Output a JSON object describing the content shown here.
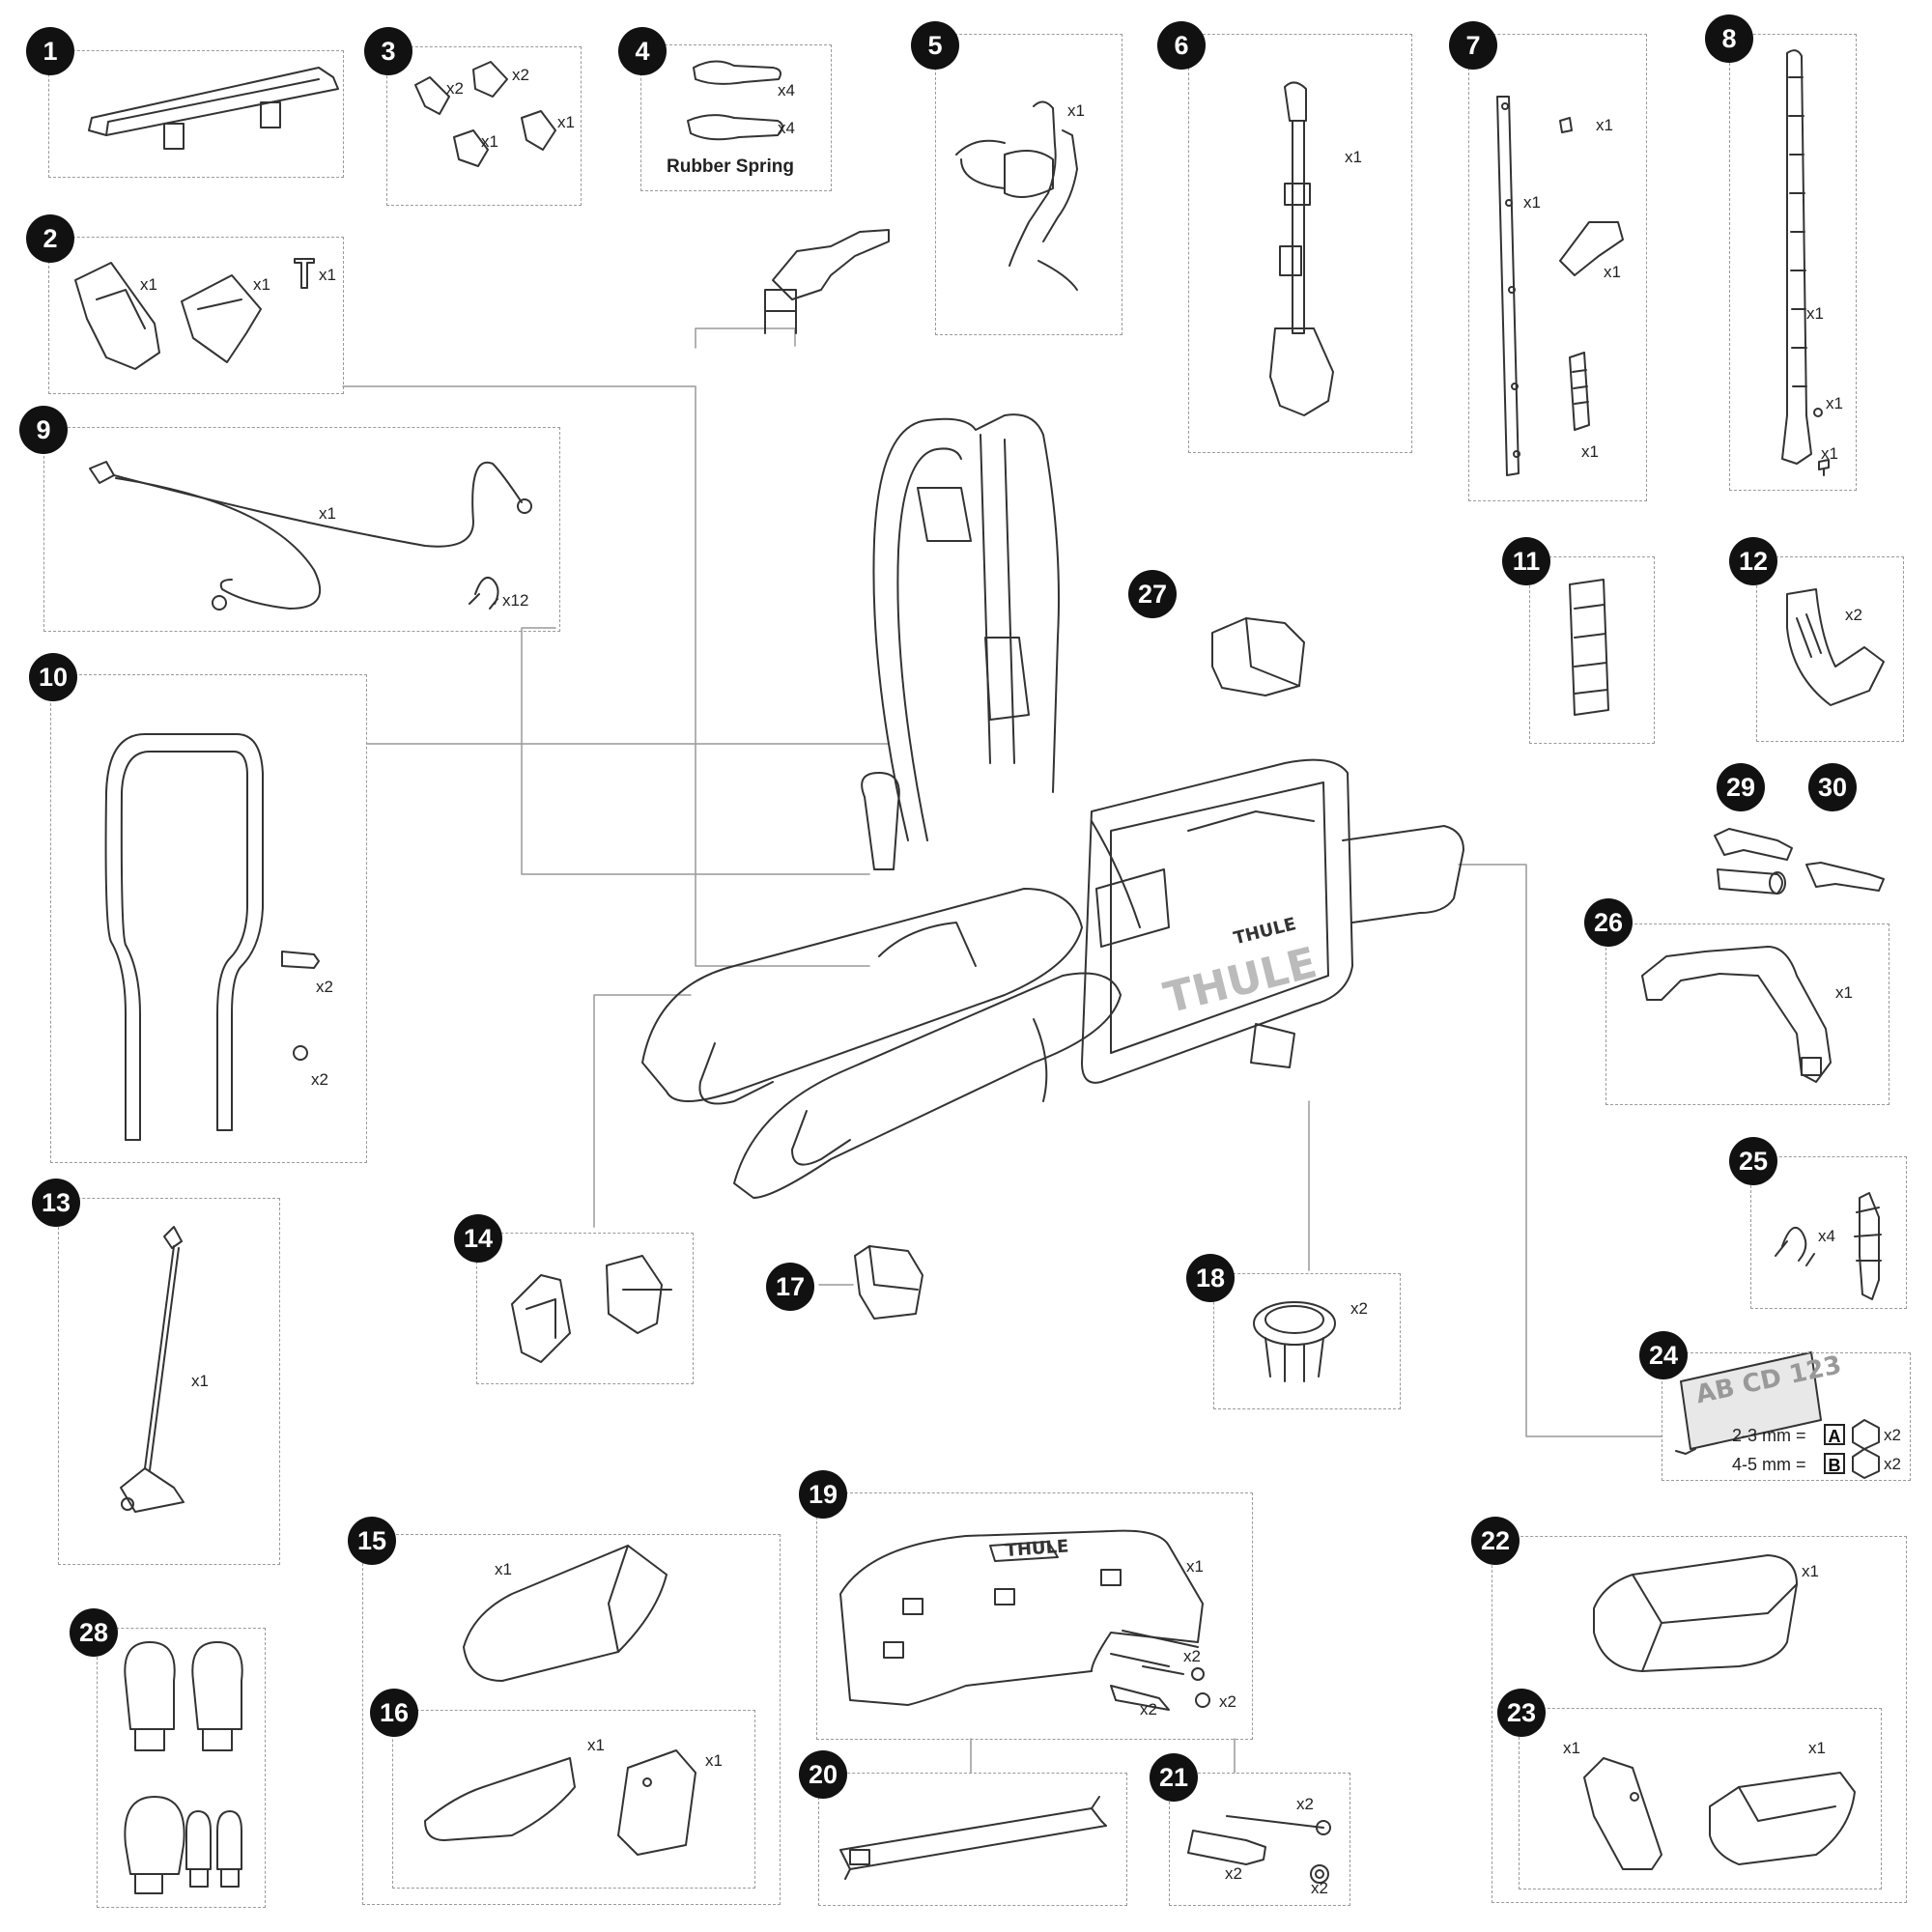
{
  "parts": [
    {
      "number": "1"
    },
    {
      "number": "2",
      "quantities": [
        "x1",
        "x1",
        "x1"
      ]
    },
    {
      "number": "3",
      "quantities": [
        "x2",
        "x2",
        "x1",
        "x1"
      ]
    },
    {
      "number": "4",
      "quantities": [
        "x4",
        "x4"
      ],
      "label": "Rubber Spring"
    },
    {
      "number": "5",
      "quantities": [
        "x1"
      ]
    },
    {
      "number": "6",
      "quantities": [
        "x1"
      ]
    },
    {
      "number": "7",
      "quantities": [
        "x1",
        "x1",
        "x1",
        "x1"
      ]
    },
    {
      "number": "8",
      "quantities": [
        "x1",
        "x1",
        "x1"
      ]
    },
    {
      "number": "9",
      "quantities": [
        "x1",
        "x12"
      ]
    },
    {
      "number": "10",
      "quantities": [
        "x2",
        "x2"
      ]
    },
    {
      "number": "11"
    },
    {
      "number": "12",
      "quantities": [
        "x2"
      ]
    },
    {
      "number": "13",
      "quantities": [
        "x1"
      ]
    },
    {
      "number": "14"
    },
    {
      "number": "15",
      "quantities": [
        "x1"
      ]
    },
    {
      "number": "16",
      "quantities": [
        "x1",
        "x1"
      ]
    },
    {
      "number": "17"
    },
    {
      "number": "18",
      "quantities": [
        "x2"
      ]
    },
    {
      "number": "19",
      "quantities": [
        "x1",
        "x2",
        "x2",
        "x2"
      ]
    },
    {
      "number": "20"
    },
    {
      "number": "21",
      "quantities": [
        "x2",
        "x2",
        "x2"
      ]
    },
    {
      "number": "22",
      "quantities": [
        "x1"
      ]
    },
    {
      "number": "23",
      "quantities": [
        "x1",
        "x1"
      ]
    },
    {
      "number": "24",
      "plate_text": "AB CD 123",
      "spec_a": "2-3 mm =",
      "code_a": "A",
      "qty_a": "x2",
      "spec_b": "4-5 mm =",
      "code_b": "B",
      "qty_b": "x2"
    },
    {
      "number": "25",
      "quantities": [
        "x4"
      ]
    },
    {
      "number": "26",
      "quantities": [
        "x1"
      ]
    },
    {
      "number": "27"
    },
    {
      "number": "28"
    },
    {
      "number": "29"
    },
    {
      "number": "30"
    }
  ],
  "brand": {
    "logo_text": "THULE"
  }
}
